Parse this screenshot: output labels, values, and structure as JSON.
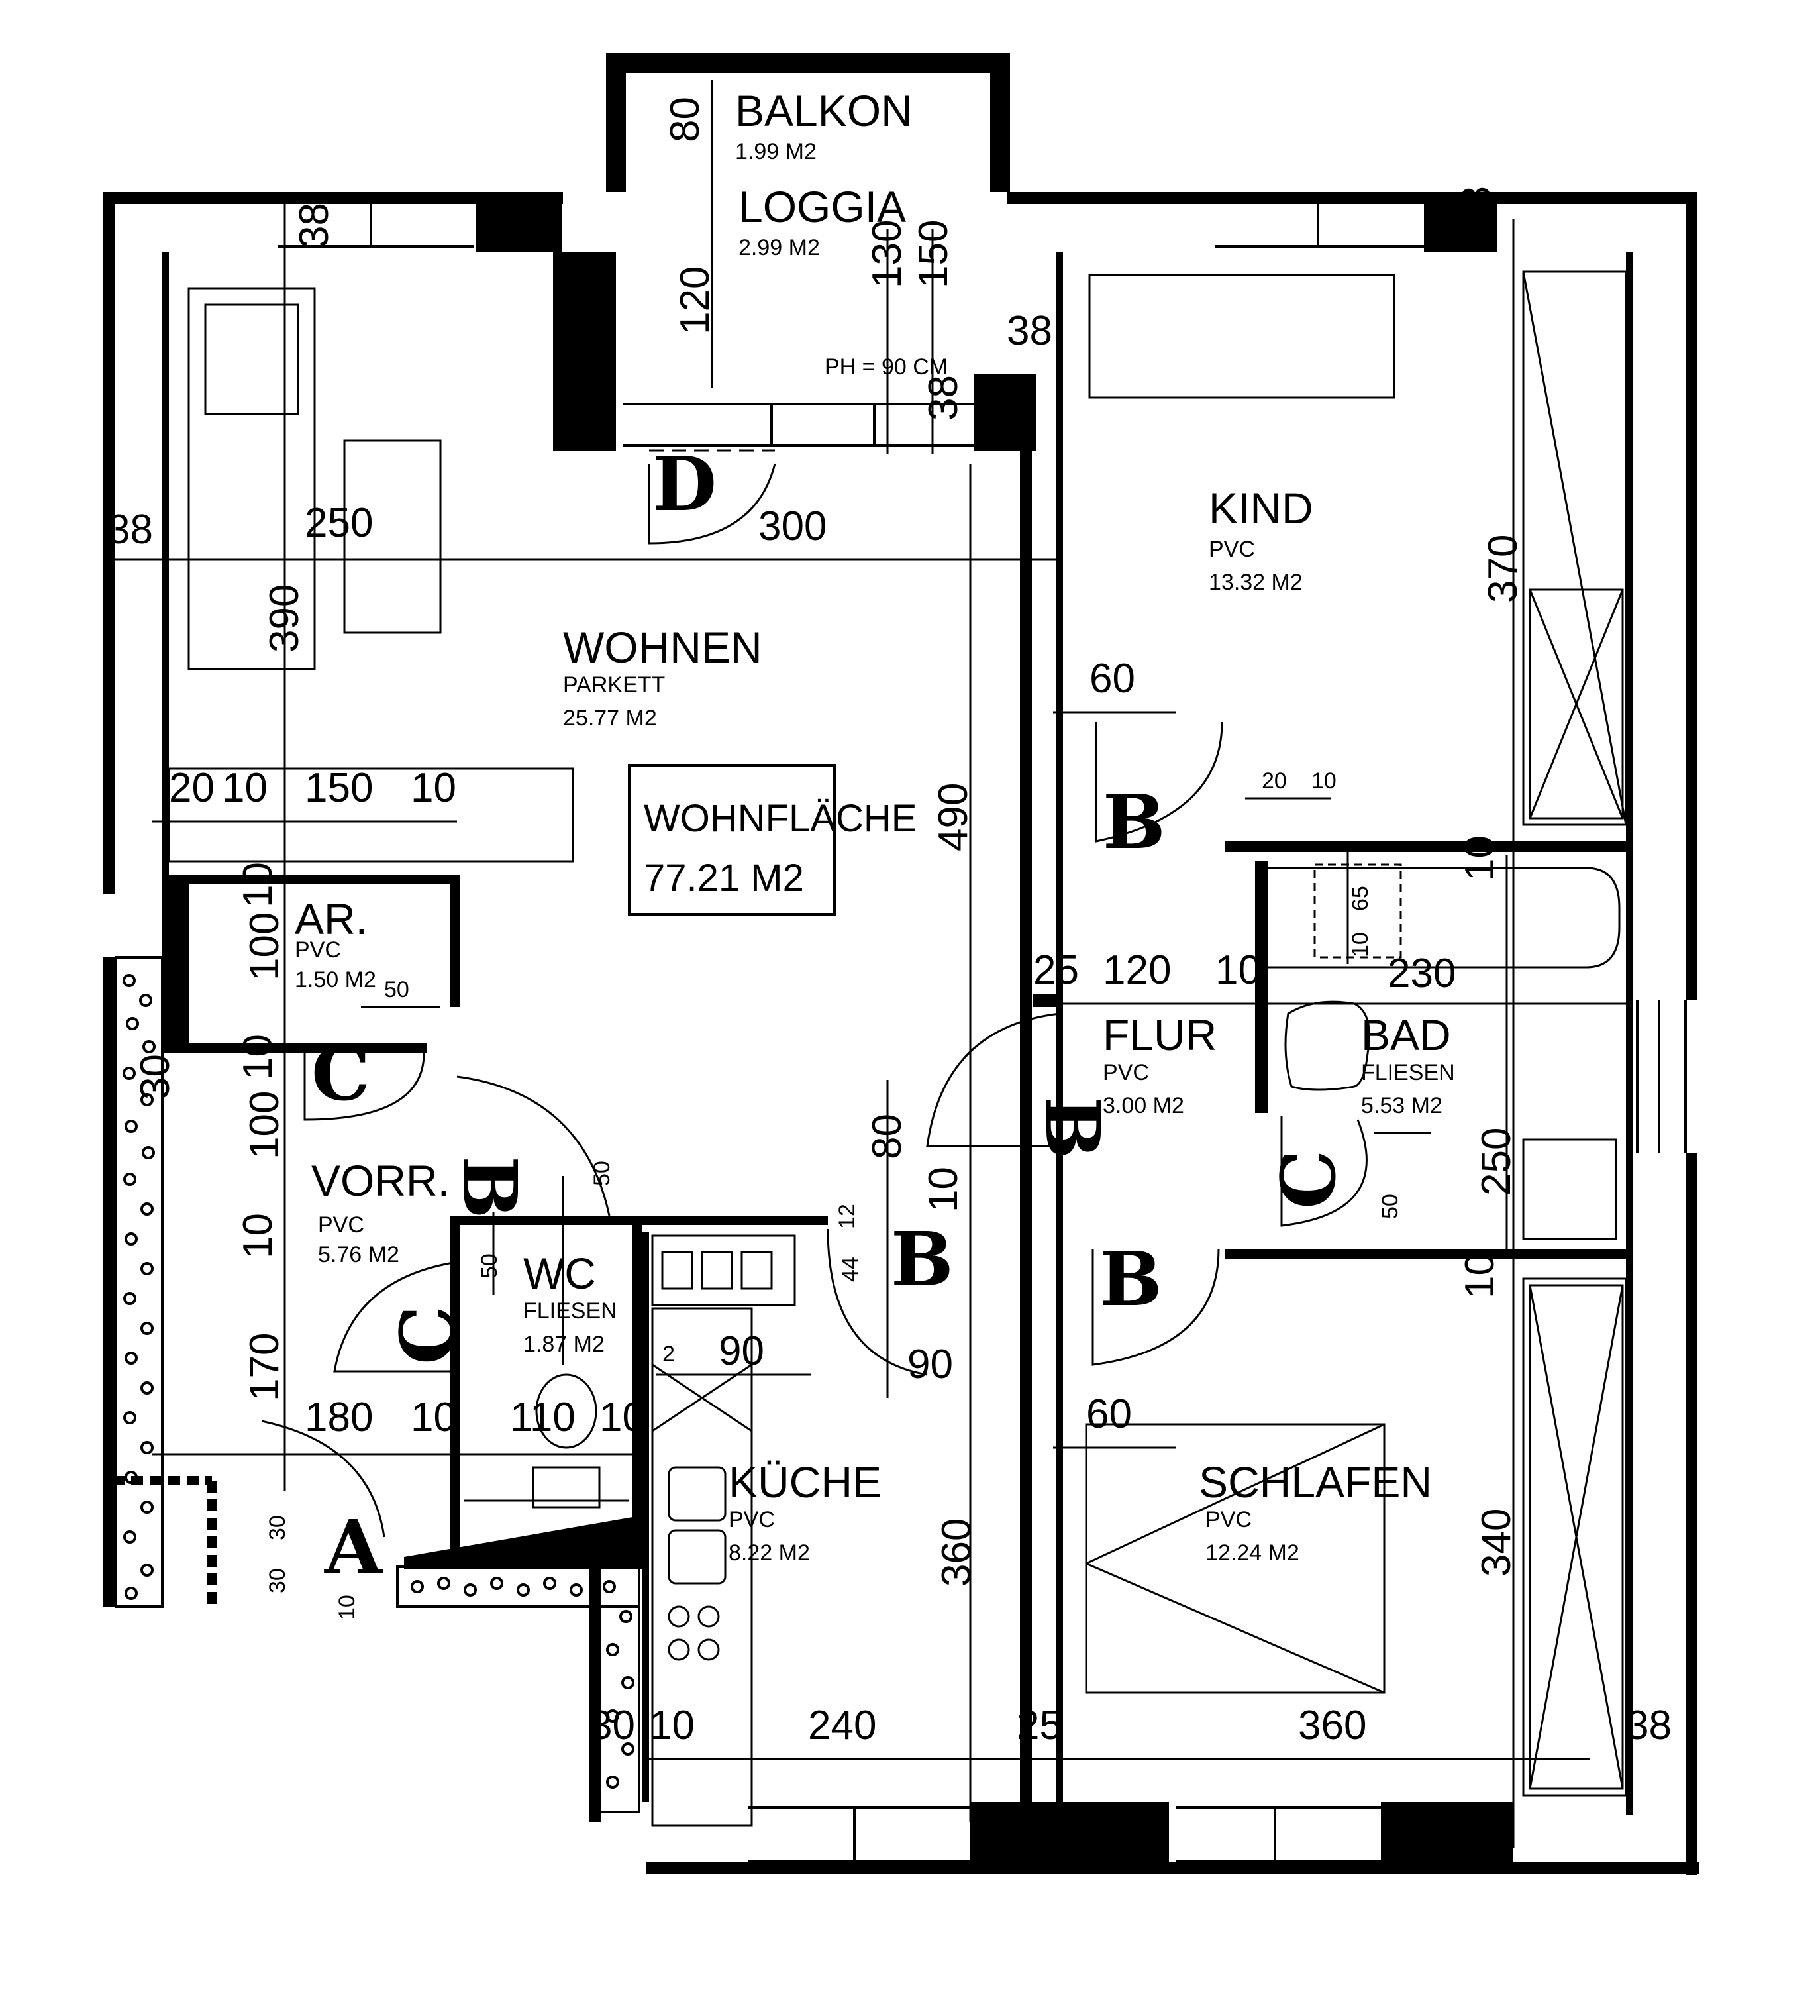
{
  "rooms": {
    "balkon": {
      "name": "BALKON",
      "area": "1.99 M2"
    },
    "loggia": {
      "name": "LOGGIA",
      "area": "2.99 M2"
    },
    "kind": {
      "name": "KIND",
      "floor": "PVC",
      "area": "13.32 M2"
    },
    "wohnen": {
      "name": "WOHNEN",
      "floor": "PARKETT",
      "area": "25.77 M2"
    },
    "ar": {
      "name": "AR.",
      "floor": "PVC",
      "area": "1.50 M2"
    },
    "flur": {
      "name": "FLUR",
      "floor": "PVC",
      "area": "3.00 M2"
    },
    "bad": {
      "name": "BAD",
      "floor": "FLIESEN",
      "area": "5.53 M2"
    },
    "vorr": {
      "name": "VORR.",
      "floor": "PVC",
      "area": "5.76 M2"
    },
    "wc": {
      "name": "WC",
      "floor": "FLIESEN",
      "area": "1.87 M2"
    },
    "kueche": {
      "name": "KÜCHE",
      "floor": "PVC",
      "area": "8.22 M2"
    },
    "schlafen": {
      "name": "SCHLAFEN",
      "floor": "PVC",
      "area": "12.24 M2"
    }
  },
  "summary": {
    "label": "WOHNFLÄCHE",
    "value": "77.21 M2"
  },
  "parapet_note": "PH = 90 CM",
  "doors": {
    "a": "A",
    "b": "B",
    "c": "C",
    "d": "D"
  },
  "dimensions": {
    "d38": "38",
    "d80": "80",
    "d120": "120",
    "d130": "130",
    "d150": "150",
    "d250": "250",
    "d300": "300",
    "d390": "390",
    "d370": "370",
    "d490": "490",
    "d60": "60",
    "d20": "20",
    "d10": "10",
    "d65": "65",
    "d230": "230",
    "d25": "25",
    "d100": "100",
    "d50": "50",
    "d30": "30",
    "d170": "170",
    "d180": "180",
    "d110": "110",
    "d44": "44",
    "d12": "12",
    "d2": "2",
    "d90": "90",
    "d360": "360",
    "d240": "240",
    "d340": "340"
  }
}
